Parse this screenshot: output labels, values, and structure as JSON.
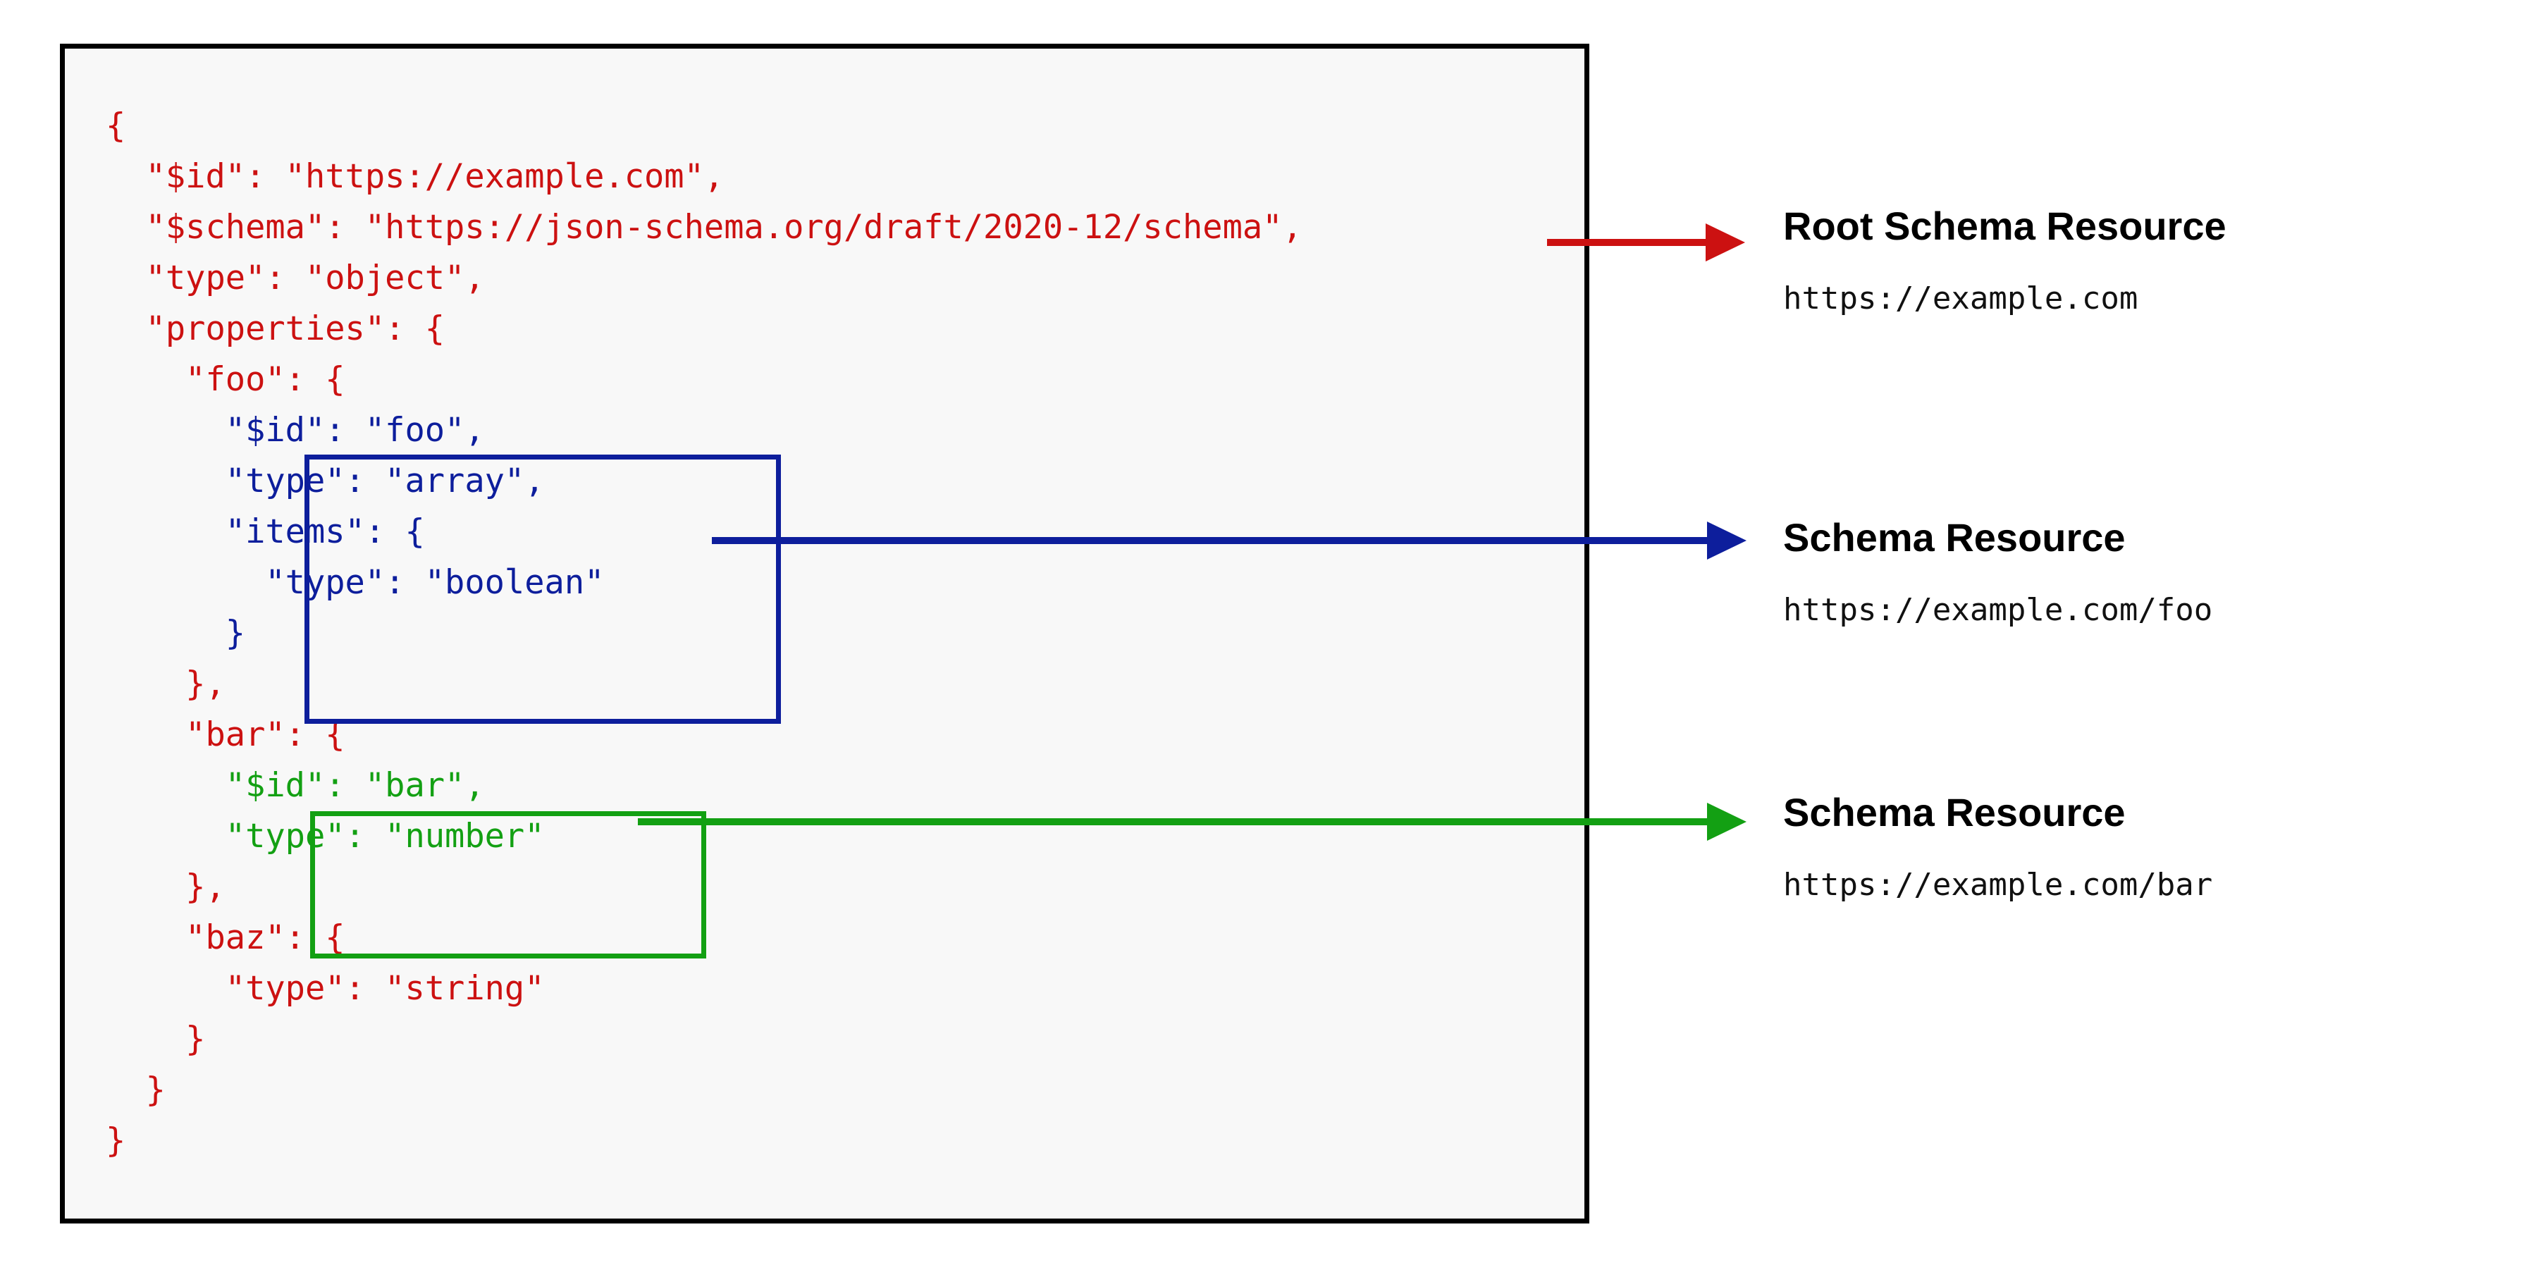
{
  "diagram": {
    "title_semantic": "json-schema-resources-diagram",
    "colors": {
      "root_schema": "#cc1111",
      "foo_schema": "#0d1e9c",
      "bar_schema": "#13a013",
      "panel_border": "#000000",
      "panel_background": "#f8f8f8",
      "legend_text": "#000000"
    }
  },
  "code": {
    "language": "json",
    "lines": [
      {
        "indent": 0,
        "color": "red",
        "text": "{"
      },
      {
        "indent": 1,
        "color": "red",
        "text": "\"$id\": \"https://example.com\","
      },
      {
        "indent": 1,
        "color": "red",
        "text": "\"$schema\": \"https://json-schema.org/draft/2020-12/schema\","
      },
      {
        "indent": 1,
        "color": "red",
        "text": "\"type\": \"object\","
      },
      {
        "indent": 1,
        "color": "red",
        "text": "\"properties\": {"
      },
      {
        "indent": 2,
        "color": "red",
        "text": "\"foo\": {"
      },
      {
        "indent": 3,
        "color": "blue",
        "text": "\"$id\": \"foo\","
      },
      {
        "indent": 3,
        "color": "blue",
        "text": "\"type\": \"array\","
      },
      {
        "indent": 3,
        "color": "blue",
        "text": "\"items\": {"
      },
      {
        "indent": 4,
        "color": "blue",
        "text": "\"type\": \"boolean\""
      },
      {
        "indent": 3,
        "color": "blue",
        "text": "}"
      },
      {
        "indent": 2,
        "color": "red",
        "text": "},"
      },
      {
        "indent": 2,
        "color": "red",
        "text": "\"bar\": {"
      },
      {
        "indent": 3,
        "color": "green",
        "text": "\"$id\": \"bar\","
      },
      {
        "indent": 3,
        "color": "green",
        "text": "\"type\": \"number\""
      },
      {
        "indent": 2,
        "color": "red",
        "text": "},"
      },
      {
        "indent": 2,
        "color": "red",
        "text": "\"baz\": {"
      },
      {
        "indent": 3,
        "color": "red",
        "text": "\"type\": \"string\""
      },
      {
        "indent": 2,
        "color": "red",
        "text": "}"
      },
      {
        "indent": 1,
        "color": "red",
        "text": "}"
      },
      {
        "indent": 0,
        "color": "red",
        "text": "}"
      }
    ],
    "raw_lines": [
      "{",
      "  \"$id\": \"https://example.com\",",
      "  \"$schema\": \"https://json-schema.org/draft/2020-12/schema\",",
      "  \"type\": \"object\",",
      "  \"properties\": {",
      "    \"foo\": {",
      "      \"$id\": \"foo\",",
      "      \"type\": \"array\",",
      "      \"items\": {",
      "        \"type\": \"boolean\"",
      "      }",
      "    },",
      "    \"bar\": {",
      "      \"$id\": \"bar\",",
      "      \"type\": \"number\"",
      "    },",
      "    \"baz\": {",
      "      \"type\": \"string\"",
      "    }",
      "  }",
      "}"
    ]
  },
  "legend": {
    "entries": [
      {
        "title": "Root Schema Resource",
        "url": "https://example.com",
        "color": "#cc1111"
      },
      {
        "title": "Schema Resource",
        "url": "https://example.com/foo",
        "color": "#0d1e9c"
      },
      {
        "title": "Schema Resource",
        "url": "https://example.com/bar",
        "color": "#13a013"
      }
    ]
  }
}
